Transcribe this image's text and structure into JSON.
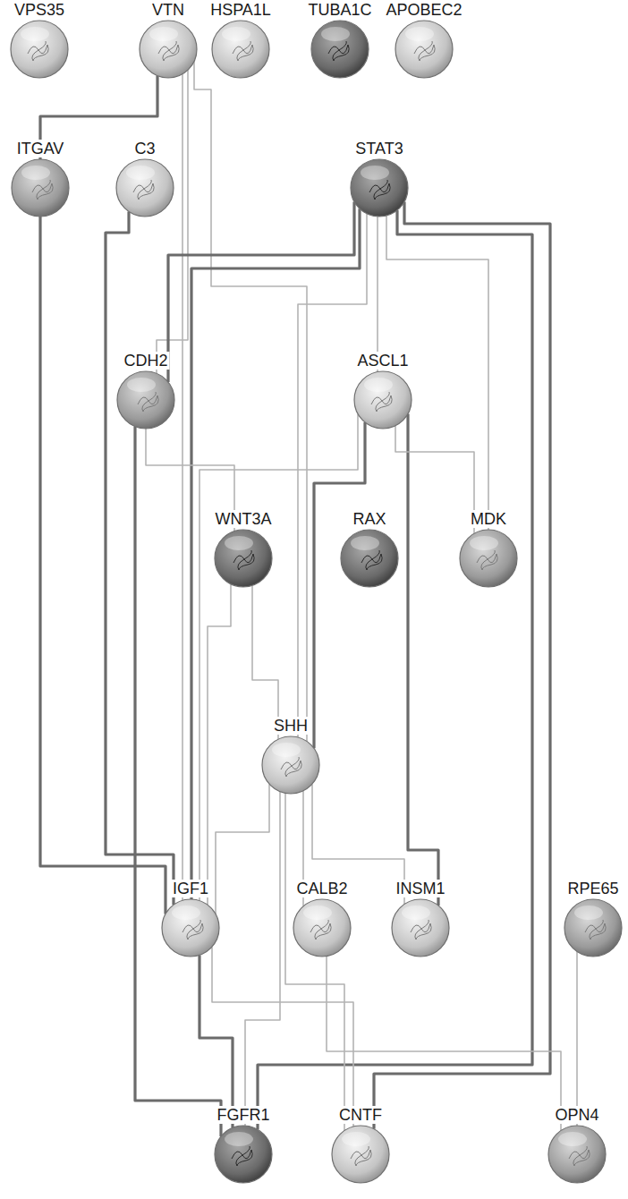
{
  "diagram": {
    "nodes": [
      {
        "text": [
          "VPS35"
        ]
      },
      {
        "text": [
          "VTN"
        ]
      },
      {
        "text": [
          "HSPA1L"
        ]
      },
      {
        "text": [
          "TUBA1C"
        ]
      },
      {
        "text": [
          "APOBEC2"
        ]
      },
      {
        "text": [
          "ITGAV"
        ]
      },
      {
        "text": [
          "C3"
        ]
      },
      {
        "text": [
          "STAT3"
        ]
      },
      {
        "text": [
          "CDH2"
        ]
      },
      {
        "text": [
          "ASCL1"
        ]
      },
      {
        "text": [
          "WNT3A"
        ]
      },
      {
        "text": [
          "RAX"
        ]
      },
      {
        "text": [
          "MDK"
        ]
      },
      {
        "text": [
          "SHH"
        ]
      },
      {
        "text": [
          "IGF1"
        ]
      },
      {
        "text": [
          "CALB2"
        ]
      },
      {
        "text": [
          "INSM1"
        ]
      },
      {
        "text": [
          "RPE65"
        ]
      },
      {
        "text": [
          "FGFR1"
        ]
      },
      {
        "text": [
          "CNTF"
        ]
      },
      {
        "text": [
          "OPN4"
        ]
      }
    ],
    "edges": [
      {
        "from": 1,
        "to": 5,
        "arrow": "none"
      },
      {
        "from": 1,
        "to": 8,
        "arrow": "none"
      },
      {
        "from": 1,
        "to": 14,
        "arrow": "none"
      },
      {
        "from": 1,
        "to": 13,
        "arrow": "none"
      },
      {
        "from": 6,
        "to": 14,
        "arrow": "none"
      },
      {
        "from": 5,
        "to": 14,
        "arrow": "none"
      },
      {
        "from": 7,
        "to": 8,
        "arrow": "none"
      },
      {
        "from": 7,
        "to": 14,
        "arrow": "none"
      },
      {
        "from": 7,
        "to": 13,
        "arrow": "none"
      },
      {
        "from": 7,
        "to": 9,
        "arrow": "none"
      },
      {
        "from": 7,
        "to": 12,
        "arrow": "none"
      },
      {
        "from": 7,
        "to": 19,
        "arrow": "none"
      },
      {
        "from": 7,
        "to": 18,
        "arrow": "none"
      },
      {
        "from": 8,
        "to": 10,
        "arrow": "none"
      },
      {
        "from": 8,
        "to": 18,
        "arrow": "none"
      },
      {
        "from": 9,
        "to": 13,
        "arrow": "none"
      },
      {
        "from": 9,
        "to": 16,
        "arrow": "none"
      },
      {
        "from": 9,
        "to": 12,
        "arrow": "none"
      },
      {
        "from": 9,
        "to": 14,
        "arrow": "none"
      },
      {
        "from": 10,
        "to": 13,
        "arrow": "none"
      },
      {
        "from": 10,
        "to": 14,
        "arrow": "none"
      },
      {
        "from": 13,
        "to": 14,
        "arrow": "none"
      },
      {
        "from": 13,
        "to": 16,
        "arrow": "none"
      },
      {
        "from": 13,
        "to": 18,
        "arrow": "none"
      },
      {
        "from": 13,
        "to": 19,
        "arrow": "none"
      },
      {
        "from": 13,
        "to": 15,
        "arrow": "none"
      },
      {
        "from": 14,
        "to": 18,
        "arrow": "none"
      },
      {
        "from": 14,
        "to": 19,
        "arrow": "none"
      },
      {
        "from": 15,
        "to": 20,
        "arrow": "none"
      },
      {
        "from": 17,
        "to": 20,
        "arrow": "none"
      }
    ]
  }
}
